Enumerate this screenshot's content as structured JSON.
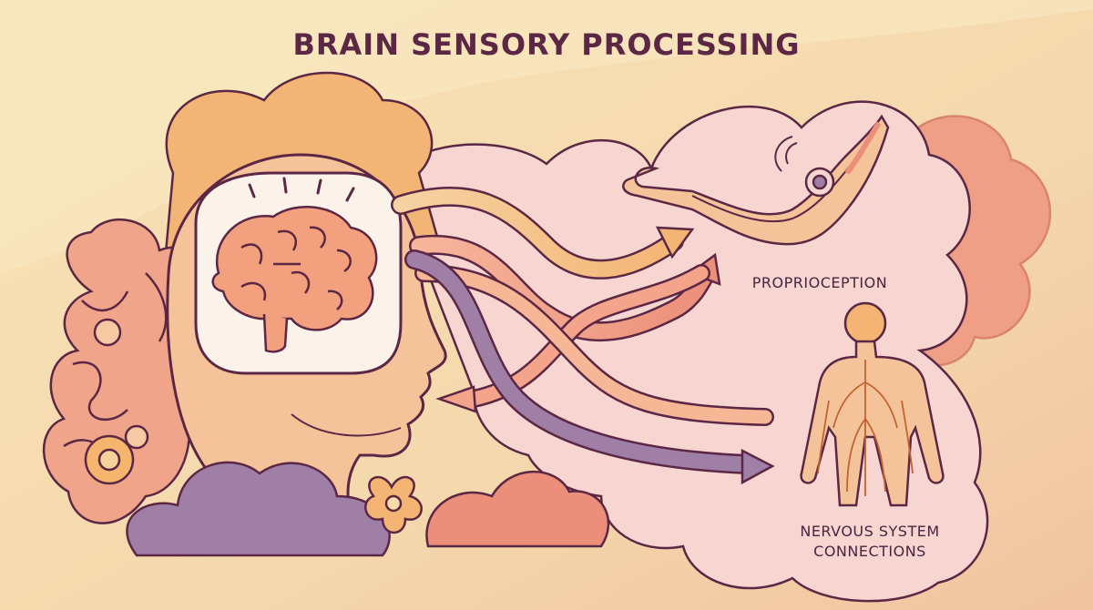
{
  "title": "BRAIN SENSORY PROCESSING",
  "labels": {
    "proprioception": "PROPRIOCEPTION",
    "nervous_system_line1": "NERVOUS SYSTEM",
    "nervous_system_line2": "CONNECTIONS"
  },
  "palette": {
    "outline": "#5b2745",
    "background": "#f7dcae",
    "cloud_light": "#f7d6d2",
    "orange": "#f2b575",
    "peach": "#f5c39a",
    "coral": "#ec8f7a",
    "purple": "#a07fa6",
    "brain": "#f3a07e"
  },
  "icons": [
    "brain-icon",
    "arm-icon",
    "body-icon",
    "flower-icon",
    "cloud-icon"
  ]
}
